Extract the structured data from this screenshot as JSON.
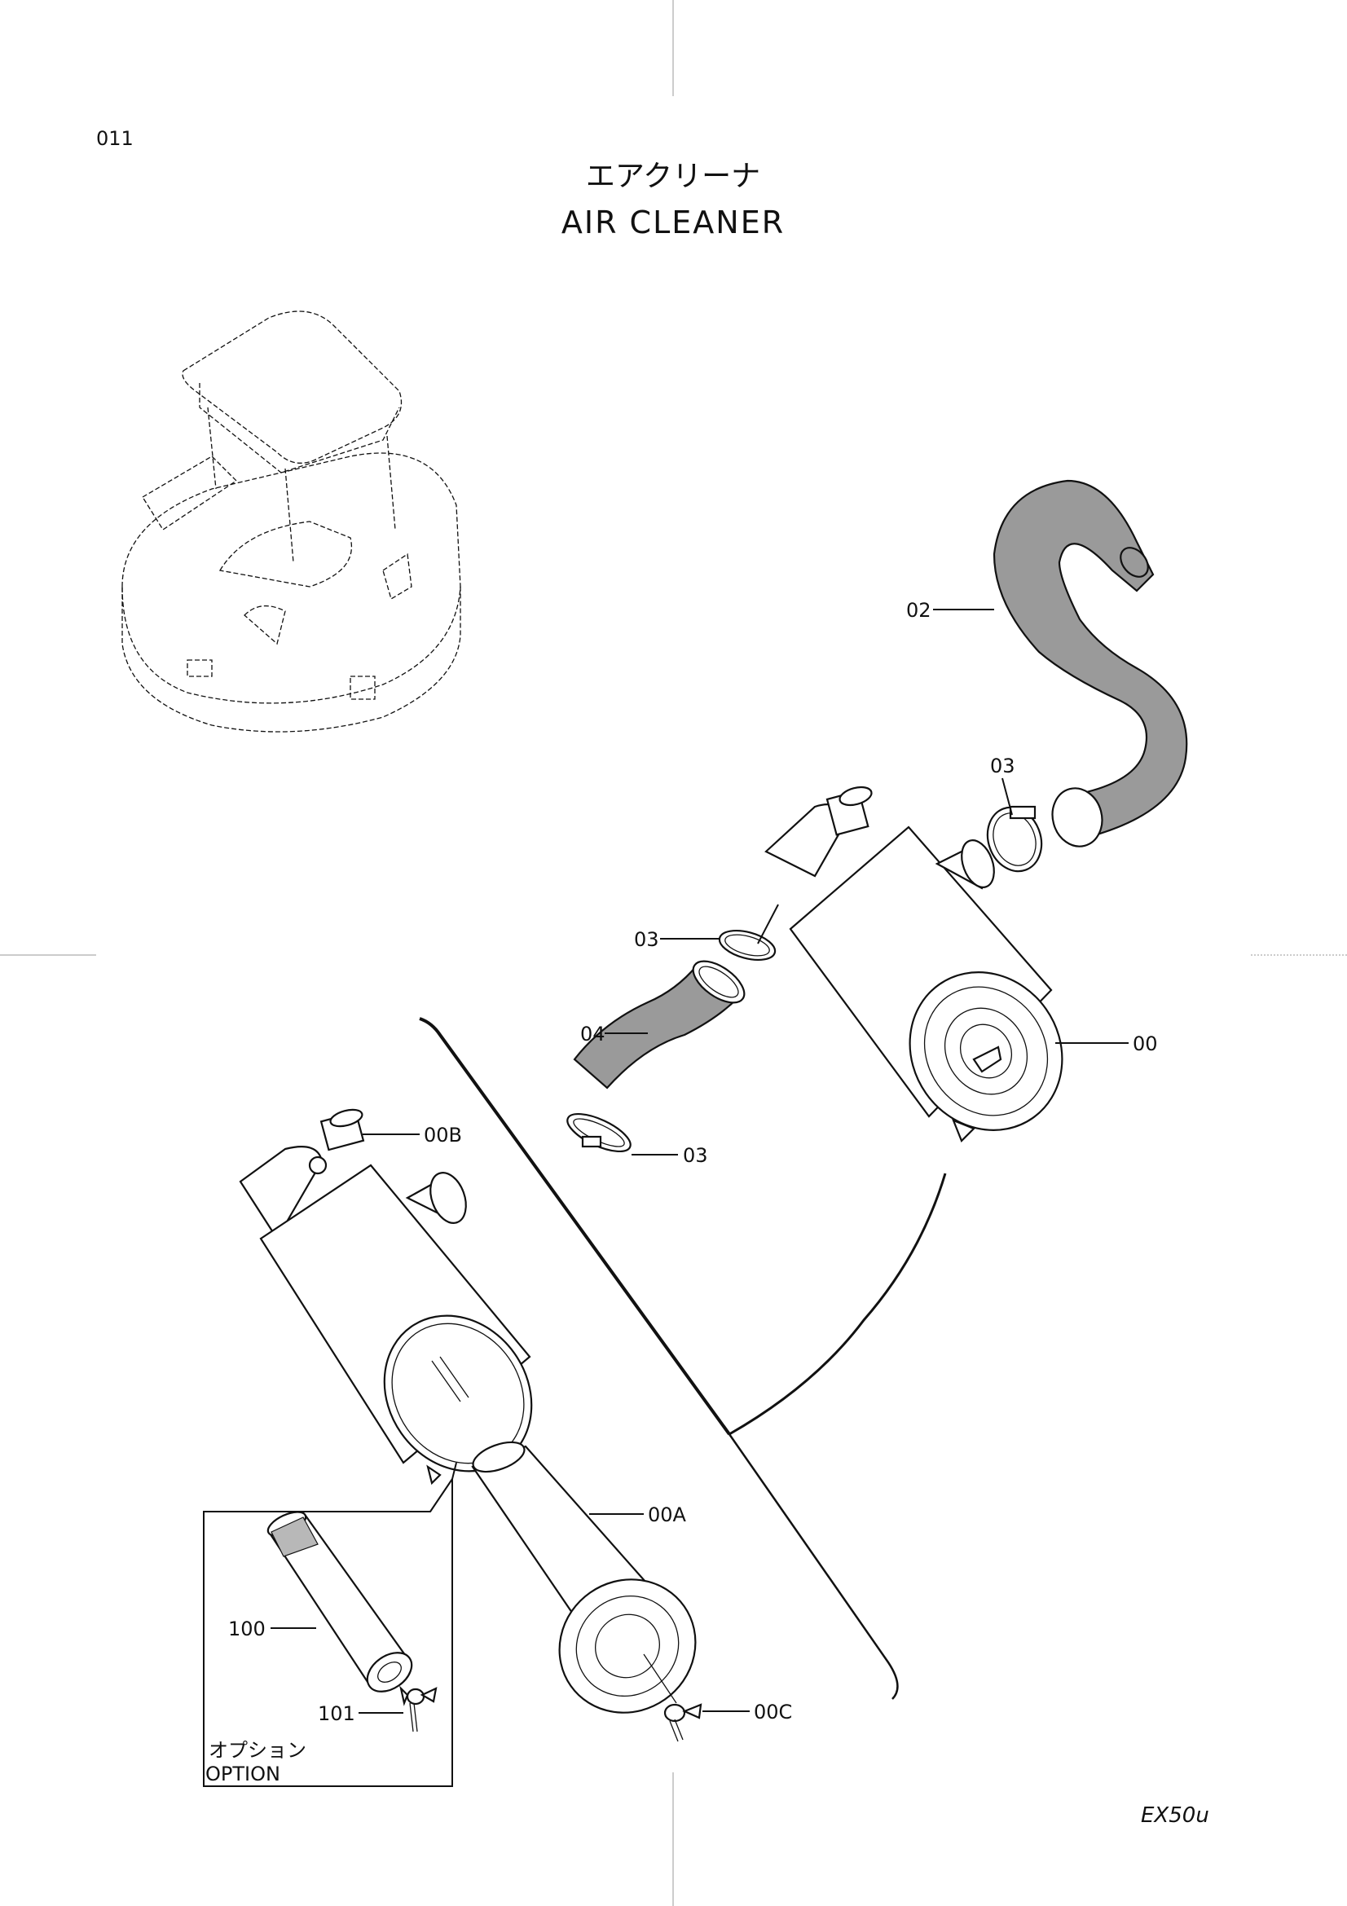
{
  "page_number": "011",
  "title_jp": "エアクリーナ",
  "title_en": "AIR  CLEANER",
  "model": "EX50u",
  "callouts": {
    "l02": "02",
    "l03a": "03",
    "l03b": "03",
    "l03c": "03",
    "l04": "04",
    "l00": "00",
    "l00B": "00B",
    "l00A": "00A",
    "l00C": "00C",
    "l100": "100",
    "l101": "101"
  },
  "option_box": {
    "label_jp": "オプション",
    "label_en": "OPTION"
  }
}
